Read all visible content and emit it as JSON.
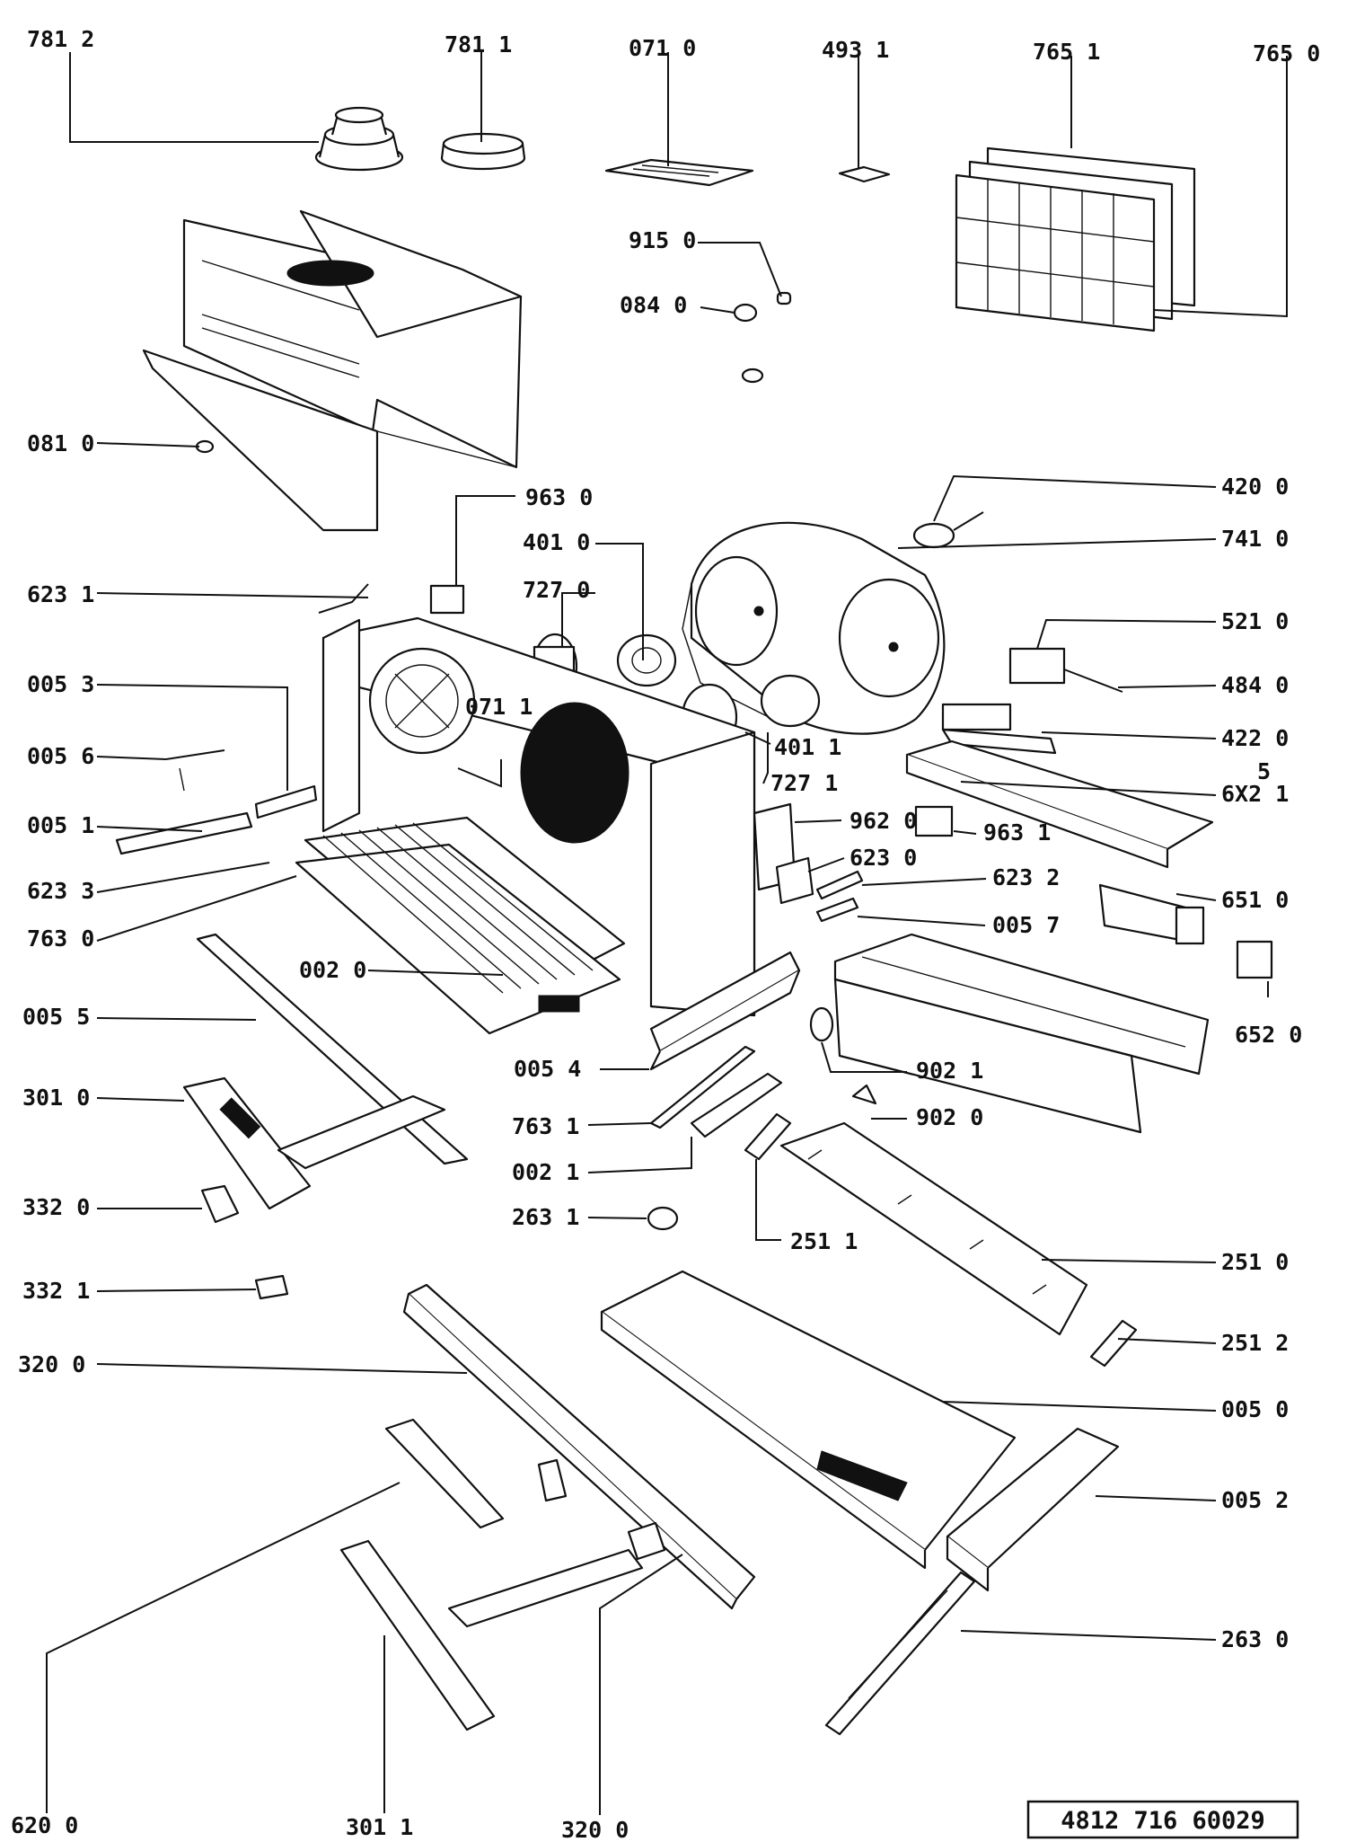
{
  "labels": [
    {
      "id": "7812",
      "text": "781 2"
    },
    {
      "id": "7811",
      "text": "781 1"
    },
    {
      "id": "0710",
      "text": "071 0"
    },
    {
      "id": "4931",
      "text": "493 1"
    },
    {
      "id": "7651",
      "text": "765 1"
    },
    {
      "id": "7650",
      "text": "765 0"
    },
    {
      "id": "9150",
      "text": "915 0"
    },
    {
      "id": "0840",
      "text": "084 0"
    },
    {
      "id": "0810",
      "text": "081 0"
    },
    {
      "id": "9630",
      "text": "963 0"
    },
    {
      "id": "4200",
      "text": "420 0"
    },
    {
      "id": "4010",
      "text": "401 0"
    },
    {
      "id": "7410",
      "text": "741 0"
    },
    {
      "id": "7270",
      "text": "727 0"
    },
    {
      "id": "6231",
      "text": "623 1"
    },
    {
      "id": "5210",
      "text": "521 0"
    },
    {
      "id": "0053",
      "text": "005 3"
    },
    {
      "id": "0711",
      "text": "071 1"
    },
    {
      "id": "4840",
      "text": "484 0"
    },
    {
      "id": "4011",
      "text": "401 1"
    },
    {
      "id": "4220",
      "text": "422 0"
    },
    {
      "id": "0056",
      "text": "005 6"
    },
    {
      "id": "7271",
      "text": "727 1"
    },
    {
      "id": "6321",
      "text": "6X2 1"
    },
    {
      "id": "0051",
      "text": "005 1"
    },
    {
      "id": "9620",
      "text": "962 0"
    },
    {
      "id": "9631",
      "text": "963 1"
    },
    {
      "id": "6233",
      "text": "623 3"
    },
    {
      "id": "6230",
      "text": "623 0"
    },
    {
      "id": "6232",
      "text": "623 2"
    },
    {
      "id": "6510",
      "text": "651 0"
    },
    {
      "id": "7630",
      "text": "763 0"
    },
    {
      "id": "0057",
      "text": "005 7"
    },
    {
      "id": "0020",
      "text": "002 0"
    },
    {
      "id": "6520",
      "text": "652 0"
    },
    {
      "id": "0055",
      "text": "005 5"
    },
    {
      "id": "0054",
      "text": "005 4"
    },
    {
      "id": "9021",
      "text": "902 1"
    },
    {
      "id": "3010",
      "text": "301 0"
    },
    {
      "id": "7631",
      "text": "763 1"
    },
    {
      "id": "9020",
      "text": "902 0"
    },
    {
      "id": "0021",
      "text": "002 1"
    },
    {
      "id": "3320",
      "text": "332 0"
    },
    {
      "id": "2631",
      "text": "263 1"
    },
    {
      "id": "2511",
      "text": "251 1"
    },
    {
      "id": "2510",
      "text": "251 0"
    },
    {
      "id": "3321",
      "text": "332 1"
    },
    {
      "id": "2512",
      "text": "251 2"
    },
    {
      "id": "3200a",
      "text": "320 0"
    },
    {
      "id": "0050",
      "text": "005 0"
    },
    {
      "id": "0052",
      "text": "005 2"
    },
    {
      "id": "2630",
      "text": "263 0"
    },
    {
      "id": "6200",
      "text": "620 0"
    },
    {
      "id": "3011",
      "text": "301 1"
    },
    {
      "id": "3200b",
      "text": "320 0"
    }
  ],
  "handwritten_mark": "5",
  "document_code": "4812 716 60029"
}
